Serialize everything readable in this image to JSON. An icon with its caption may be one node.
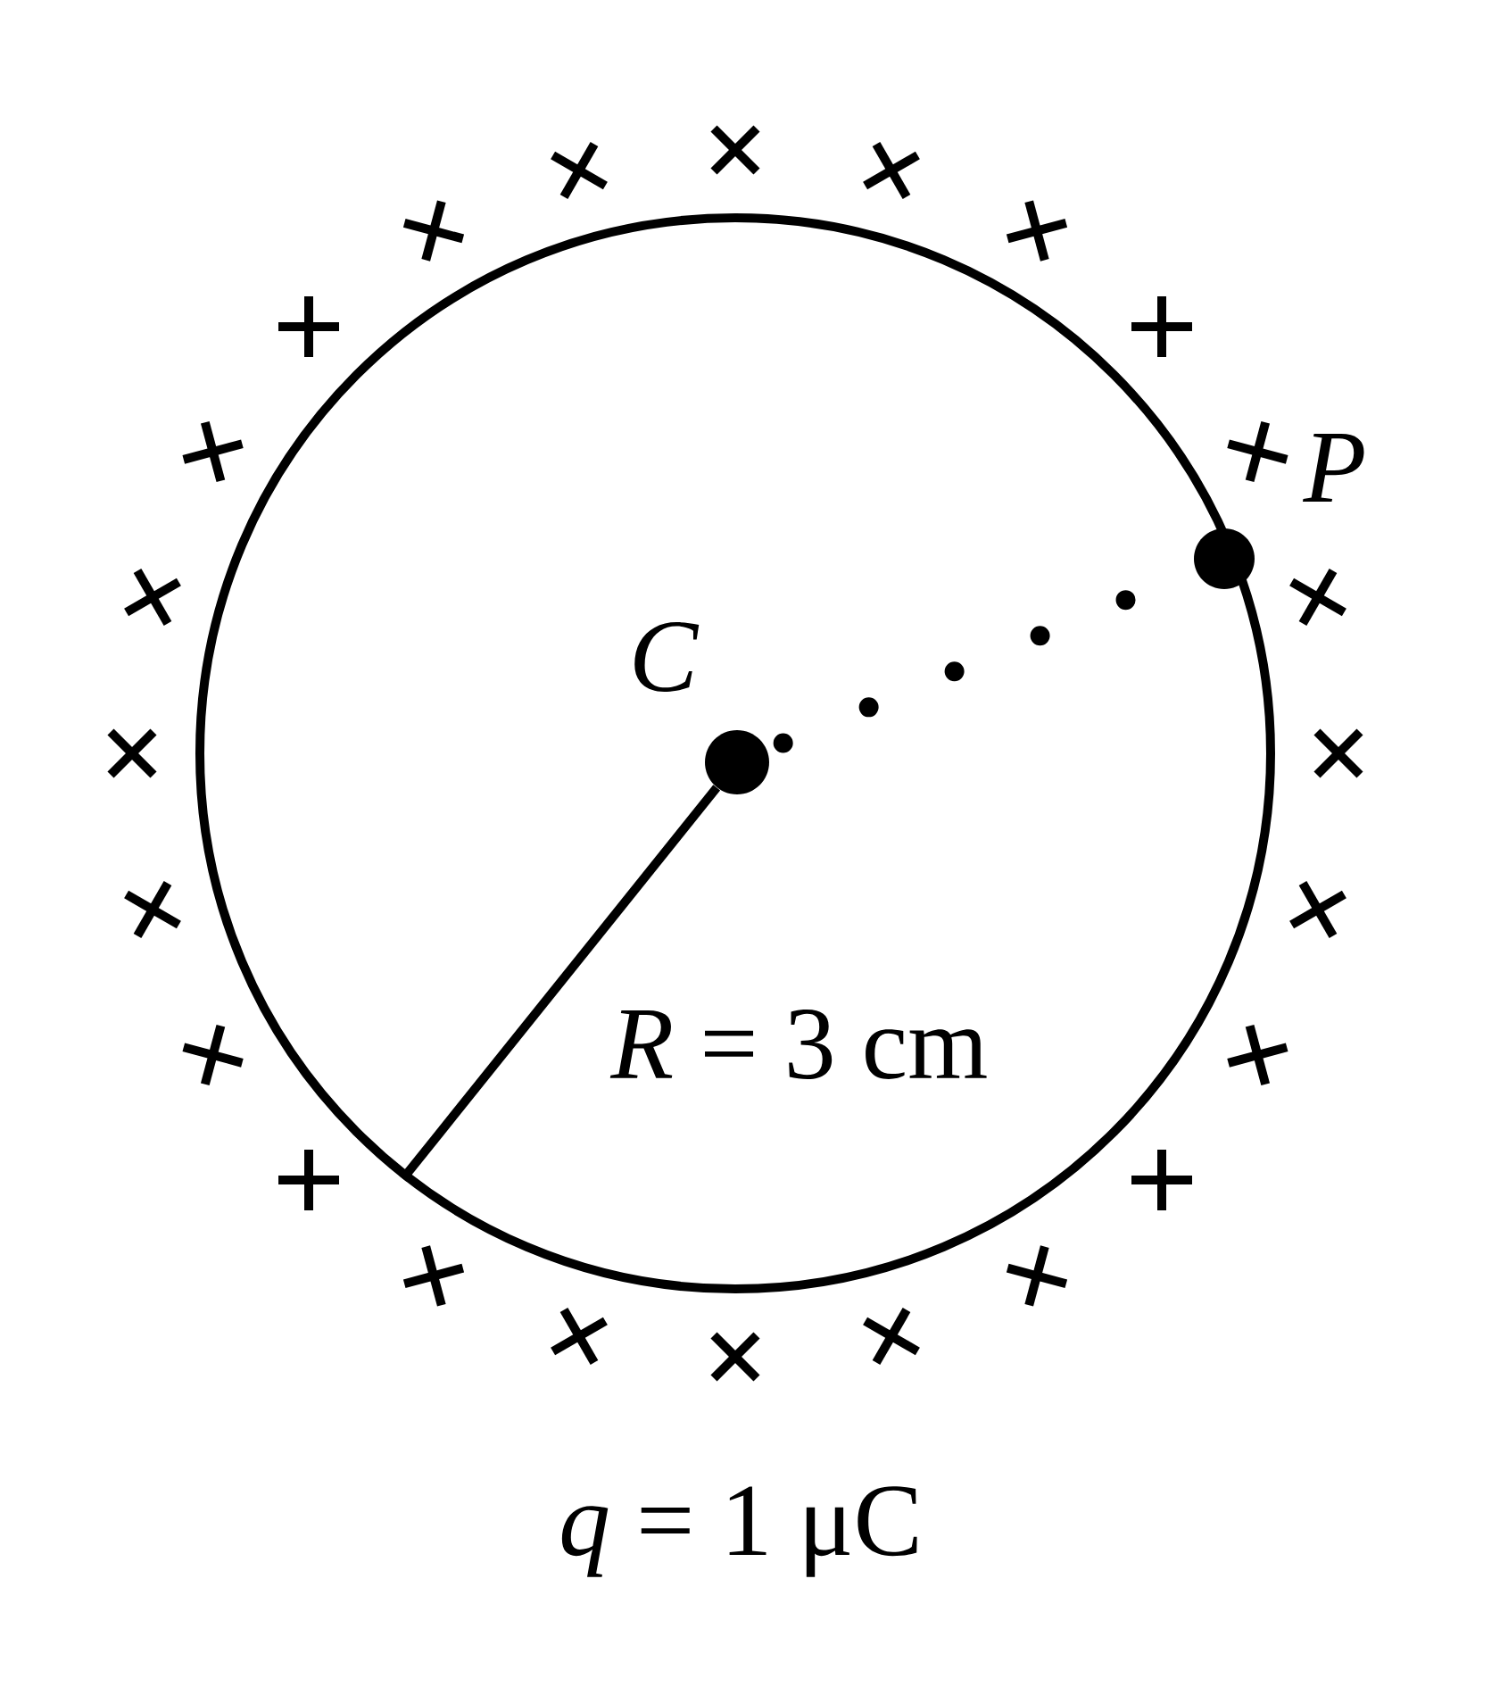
{
  "diagram": {
    "nodes": [
      {
        "text": [],
        "shape": "circle"
      },
      {
        "text": [],
        "shape": "circle",
        "beside": [
          "*C*"
        ],
        "in": 0
      },
      {
        "text": [],
        "shape": "circle",
        "beside": [
          "*P*"
        ],
        "in": 0
      }
    ],
    "edges": [
      {
        "from": 1,
        "to": 0,
        "arrow": "none",
        "label": "*R* = 3 cm"
      },
      {
        "from": 1,
        "to": 2,
        "arrow": "none",
        "style": "dashed"
      }
    ],
    "labels": [
      "*q* = 1 μC"
    ]
  }
}
